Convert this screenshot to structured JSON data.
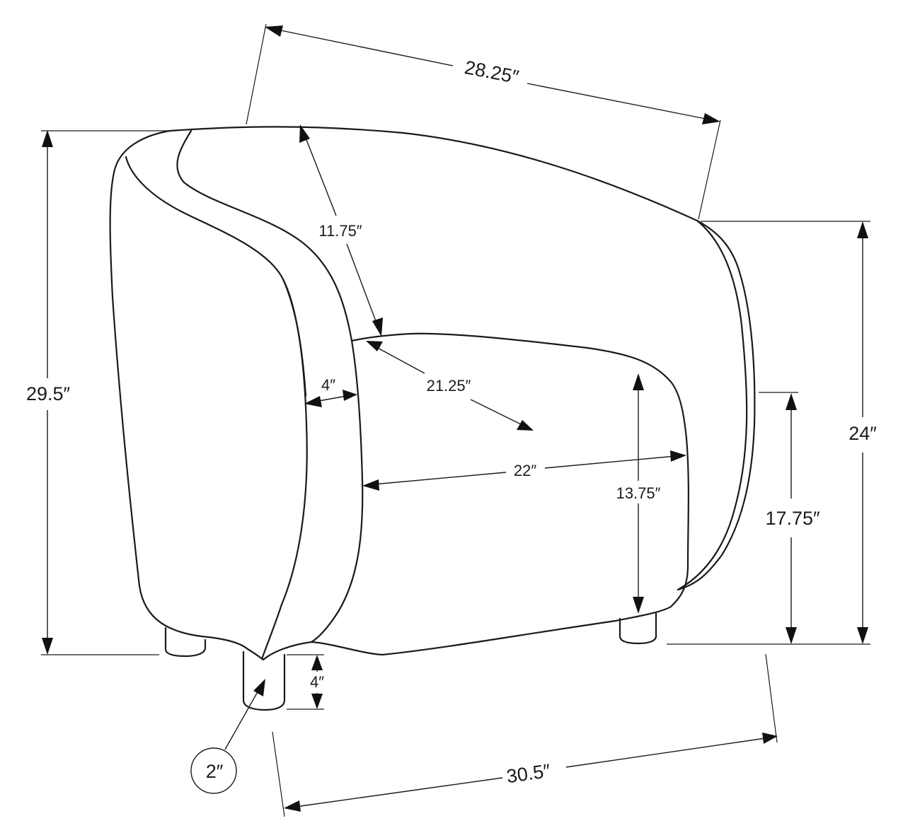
{
  "diagram": {
    "subject": "chair",
    "dimensions": {
      "top_depth": "28.25″",
      "overall_height": "29.5″",
      "arm_height": "24″",
      "seat_height": "17.75″",
      "back_height": "11.75″",
      "seat_depth": "21.25″",
      "arm_width": "4″",
      "seat_width": "22″",
      "seat_to_base": "13.75″",
      "leg_height": "4″",
      "leg_diameter": "2″",
      "overall_width": "30.5″"
    },
    "colors": {
      "line": "#1a1a1a",
      "background": "#ffffff"
    }
  }
}
